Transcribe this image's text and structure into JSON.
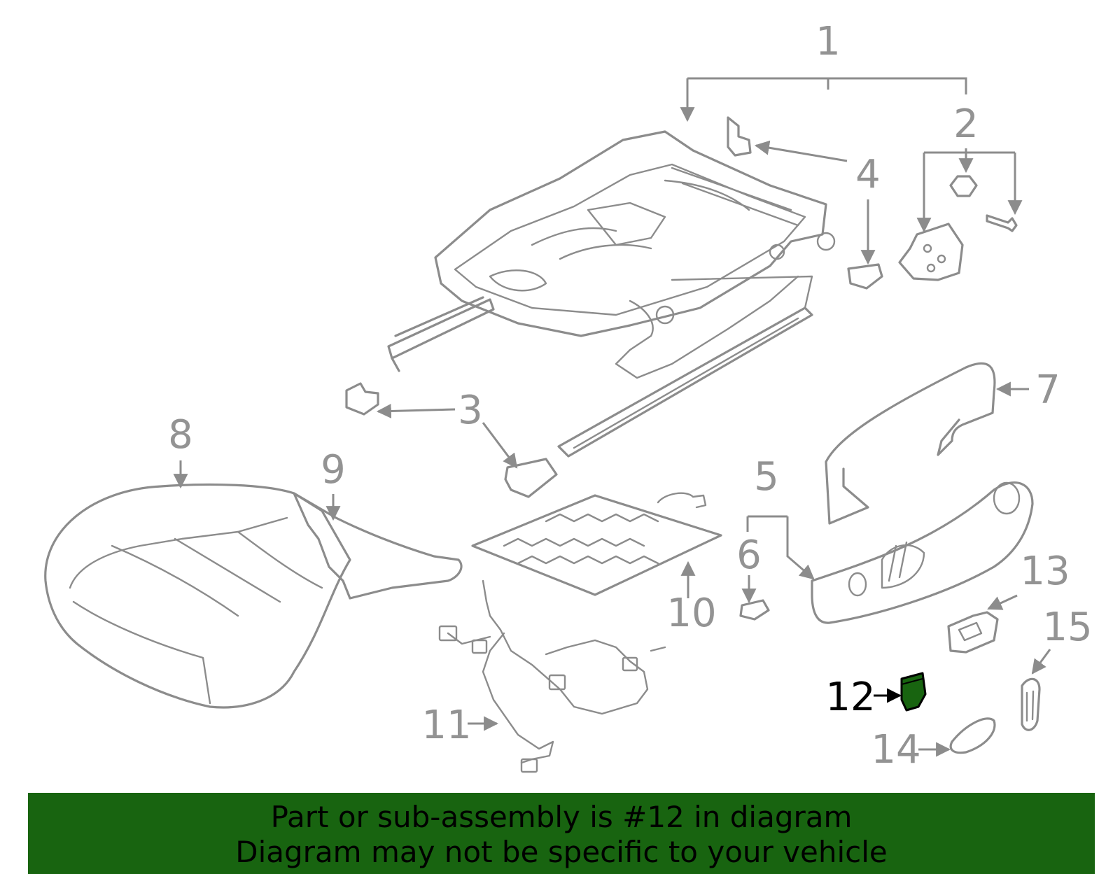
{
  "diagram": {
    "highlight_color": "#186410",
    "highlighted_part": "12",
    "callouts": [
      "1",
      "2",
      "3",
      "4",
      "5",
      "6",
      "7",
      "8",
      "9",
      "10",
      "11",
      "12",
      "13",
      "14",
      "15"
    ]
  },
  "banner": {
    "background": "#186410",
    "line1": "Part or sub-assembly is #12 in diagram",
    "line2": "Diagram may not be specific to your vehicle"
  }
}
